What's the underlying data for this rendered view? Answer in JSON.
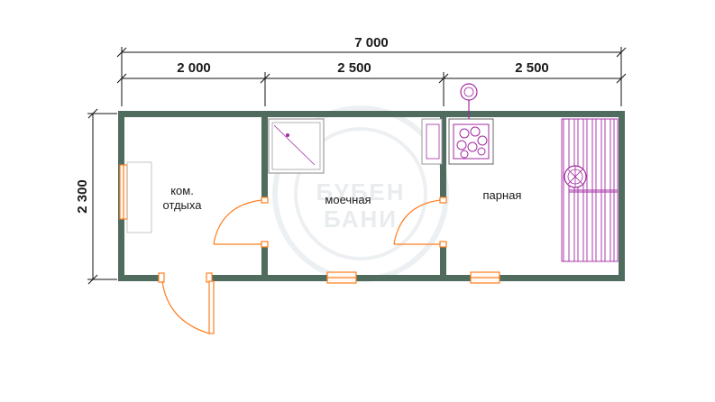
{
  "dimensions": {
    "total_width": "7 000",
    "rest_room_width": "2 000",
    "washroom_width": "2 500",
    "steam_room_width": "2 500",
    "depth": "2 300"
  },
  "rooms": {
    "rest_room_line1": "ком.",
    "rest_room_line2": "отдыха",
    "washroom": "моечная",
    "steam_room": "парная"
  },
  "watermark": {
    "line1": "БУБЕН",
    "line2": "БАНИ"
  },
  "colors": {
    "wall": "#4f6c5e",
    "window": "#ff7e1f",
    "fixture": "#a22aa2",
    "door": "#ff7e1f",
    "dim_line": "#111111"
  }
}
